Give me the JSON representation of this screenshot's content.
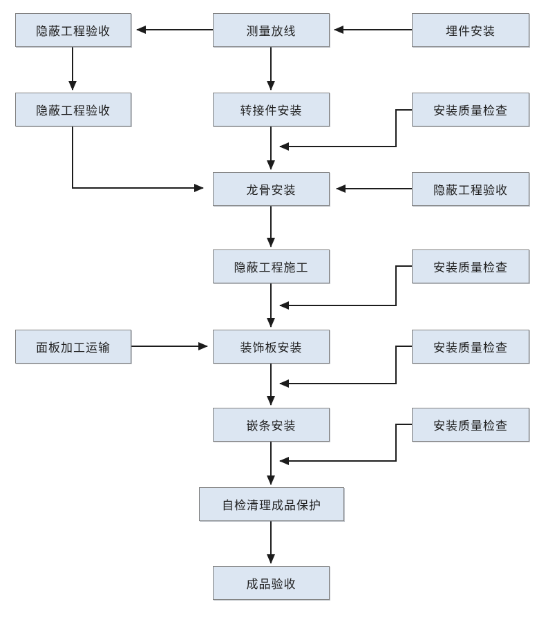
{
  "diagram": {
    "type": "flowchart",
    "language": "zh-CN",
    "colors": {
      "background": "#ffffff",
      "node-fill": "#dce6f2",
      "node-border": "#7f7f7f",
      "line": "#1c1c1c",
      "text": "#1f1f1f"
    },
    "nodes": {
      "hidden_acceptance_1": {
        "label": "隐蔽工程验收"
      },
      "survey_layout": {
        "label": "测量放线"
      },
      "embed_install": {
        "label": "埋件安装"
      },
      "hidden_acceptance_2": {
        "label": "隐蔽工程验收"
      },
      "adapter_install": {
        "label": "转接件安装"
      },
      "quality_check_1": {
        "label": "安装质量检查"
      },
      "keel_install": {
        "label": "龙骨安装"
      },
      "hidden_acceptance_3": {
        "label": "隐蔽工程验收"
      },
      "hidden_construction": {
        "label": "隐蔽工程施工"
      },
      "quality_check_2": {
        "label": "安装质量检查"
      },
      "panel_processing": {
        "label": "面板加工运输"
      },
      "decor_panel_install": {
        "label": "装饰板安装"
      },
      "quality_check_3": {
        "label": "安装质量检查"
      },
      "inlay_install": {
        "label": "嵌条安装"
      },
      "quality_check_4": {
        "label": "安装质量检查"
      },
      "self_check_protect": {
        "label": "自检清理成品保护"
      },
      "finished_acceptance": {
        "label": "成品验收"
      }
    }
  }
}
